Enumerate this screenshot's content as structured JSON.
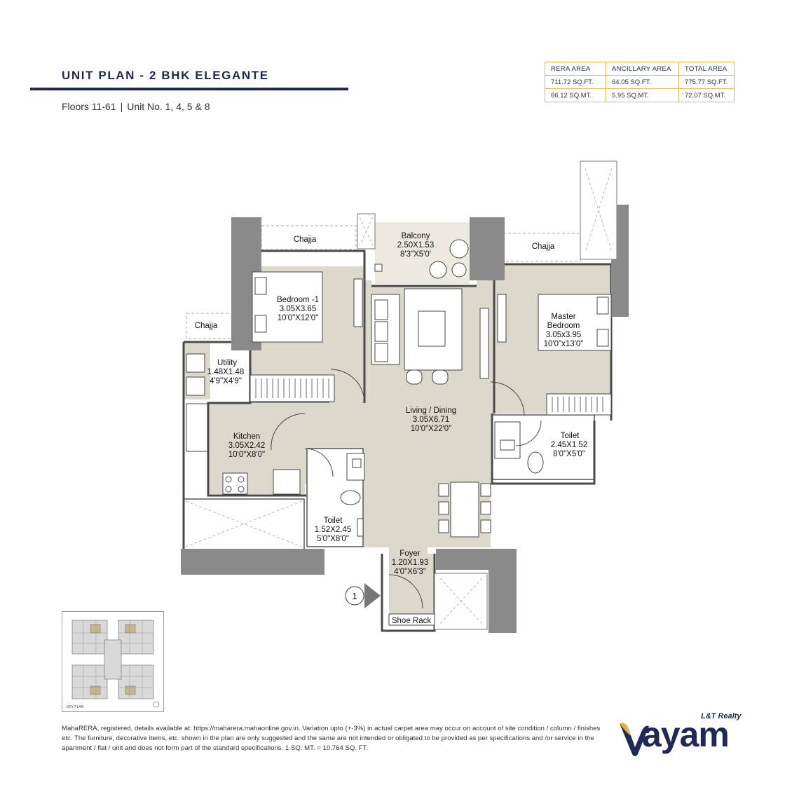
{
  "header": {
    "title": "UNIT PLAN - 2 BHK ELEGANTE",
    "floors": "Floors 11-61",
    "separator": "|",
    "units": "Unit No. 1, 4, 5 & 8"
  },
  "area_table": {
    "headers": [
      "RERA AREA",
      "ANCILLARY AREA",
      "TOTAL AREA"
    ],
    "rows": [
      [
        "711.72 SQ.FT.",
        "64.05 SQ.FT.",
        "775.77 SQ.FT."
      ],
      [
        "66.12 SQ.MT.",
        "5.95 SQ.MT.",
        "72.07 SQ.MT."
      ]
    ]
  },
  "rooms": {
    "chajja_left": "Chajja",
    "chajja_utility": "Chajja",
    "chajja_right": "Chajja",
    "balcony": {
      "name": "Balcony",
      "metric": "2.50X1.53",
      "imperial": "8'3\"X5'0'"
    },
    "bedroom1": {
      "name": "Bedroom -1",
      "metric": "3.05X3.65",
      "imperial": "10'0\"X12'0\""
    },
    "master": {
      "name": "Master",
      "name2": "Bedroom",
      "metric": "3.05x3.95",
      "imperial": "10'0\"x13'0\""
    },
    "utility": {
      "name": "Utility",
      "metric": "1.48X1.48",
      "imperial": "4'9\"X4'9\""
    },
    "living": {
      "name": "Living / Dining",
      "metric": "3.05X6.71",
      "imperial": "10'0\"X22'0\""
    },
    "kitchen": {
      "name": "Kitchen",
      "metric": "3.05X2.42",
      "imperial": "10'0\"X8'0\""
    },
    "toilet_master": {
      "name": "Toilet",
      "metric": "2.45X1.52",
      "imperial": "8'0\"X5'0\""
    },
    "toilet_common": {
      "name": "Toilet",
      "metric": "1.52X2.45",
      "imperial": "5'0\"X8'0\""
    },
    "foyer": {
      "name": "Foyer",
      "metric": "1.20X1.93",
      "imperial": "4'0\"X6'3\""
    },
    "shoe_rack": "Shoe Rack",
    "entry_marker": "1"
  },
  "key_plan": {
    "label": "KEY PLAN"
  },
  "footer": {
    "disclaimer": "MahaRERA, registered, details available at: https://maharera.mahaonline.gov.in. Variation upto (+-3%) in actual carpet area may occur on account of site condition / column / finishes etc. The furniture, decorative items, etc. shown in the plan are only suggested and the same are not intended or obligated to be provided as per specifications and /or service in the apartment / flat / unit and does not form part of the standard specifications. 1 SQ. MT. = 10.764 SQ. FT."
  },
  "logo": {
    "brand": "L&T Realty",
    "word": "ayam"
  },
  "colors": {
    "navy": "#1e2a55",
    "table_border": "#e2b444",
    "floor": "#dcd8cc",
    "column": "#8a8a8a",
    "wall": "#4a4a4a"
  }
}
